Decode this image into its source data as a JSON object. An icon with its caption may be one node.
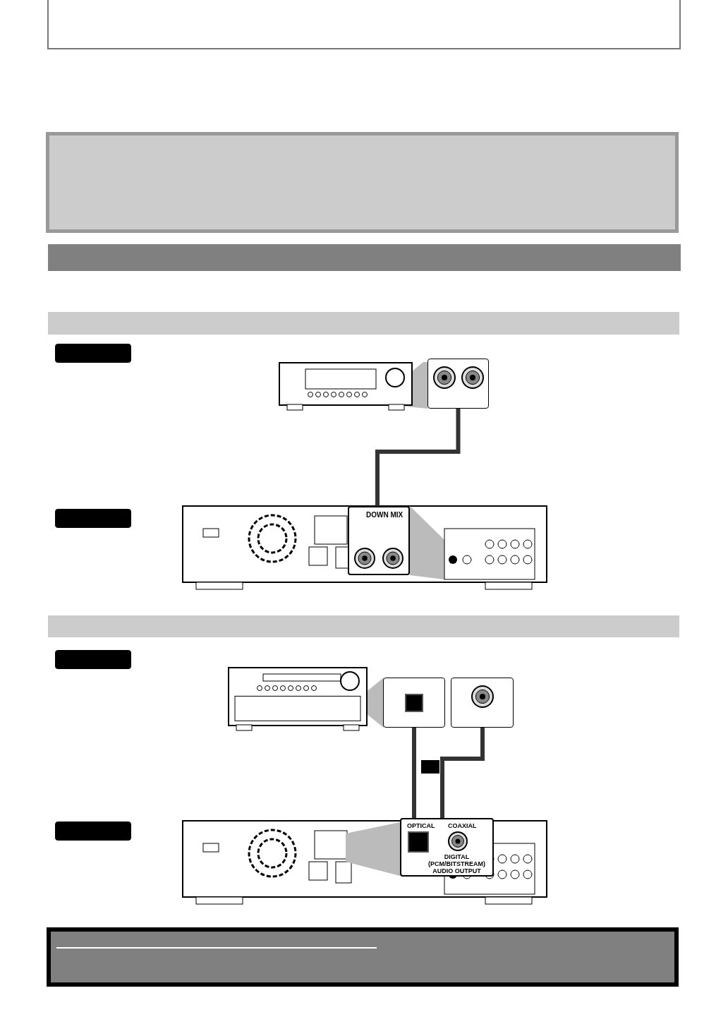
{
  "diagram": {
    "nodes": [
      {
        "text": [],
        "shape": "bar"
      },
      {
        "text": [],
        "shape": "box"
      },
      {
        "text": [],
        "shape": "box"
      },
      {
        "text": [],
        "shape": "box"
      },
      {
        "text": [
          "DOWN MIX"
        ]
      },
      {
        "text": [],
        "shape": "bar"
      },
      {
        "text": [],
        "shape": "box"
      },
      {
        "text": [],
        "shape": "box"
      },
      {
        "text": [],
        "shape": "box"
      },
      {
        "text": [],
        "shape": "box"
      },
      {
        "text": [
          "OPTICAL",
          "COAXIAL",
          "DIGITAL (PCM/BITSTREAM) AUDIO OUTPUT"
        ]
      }
    ],
    "edges": [
      {
        "from": 2,
        "to": 4,
        "arrow": "none"
      },
      {
        "from": 7,
        "to": 10,
        "arrow": "none"
      },
      {
        "from": 8,
        "to": 10,
        "arrow": "none"
      }
    ]
  }
}
